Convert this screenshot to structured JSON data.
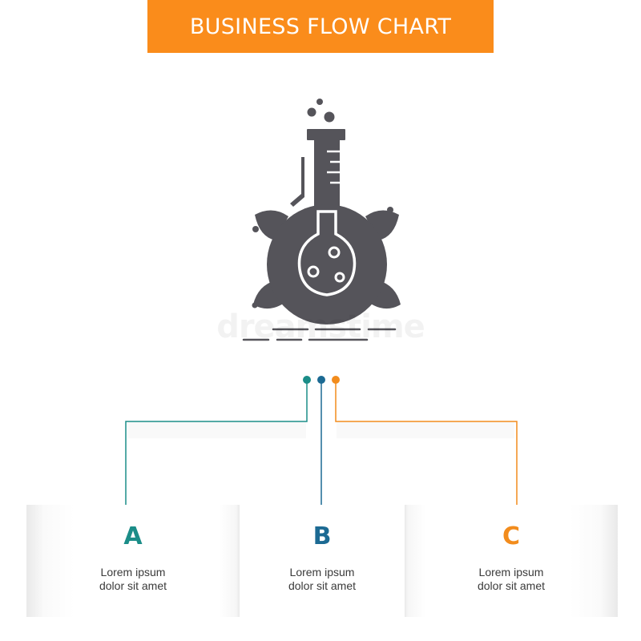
{
  "title": "BUSINESS FLOW CHART",
  "watermark": "dreamstime",
  "icon": "research-flask-icon",
  "colors": {
    "banner": "#fa8c1b",
    "icon": "#55545a",
    "teal": "#1b8d88",
    "blue": "#1c6a93",
    "orange": "#f28c1d"
  },
  "steps": [
    {
      "letter": "A",
      "line1": "Lorem ipsum",
      "line2": "dolor sit amet",
      "color": "#1b8d88"
    },
    {
      "letter": "B",
      "line1": "Lorem ipsum",
      "line2": "dolor sit amet",
      "color": "#1c6a93"
    },
    {
      "letter": "C",
      "line1": "Lorem ipsum",
      "line2": "dolor sit amet",
      "color": "#f28c1d"
    }
  ]
}
